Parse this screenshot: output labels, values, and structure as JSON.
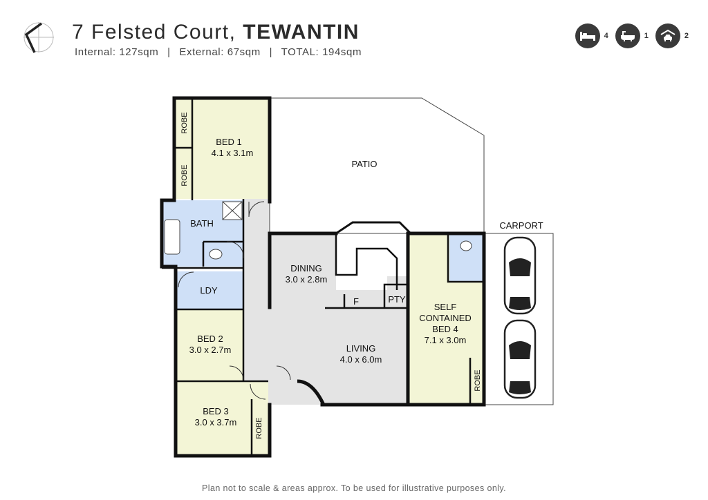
{
  "header": {
    "title_street": "7 Felsted Court,",
    "title_suburb": "TEWANTIN",
    "internal": "Internal: 127sqm",
    "external": "External: 67sqm",
    "total": "TOTAL: 194sqm",
    "sep": "|"
  },
  "features": {
    "beds": "4",
    "baths": "1",
    "cars": "2"
  },
  "rooms": {
    "bed1_name": "BED 1",
    "bed1_size": "4.1 x 3.1m",
    "robe": "ROBE",
    "bath": "BATH",
    "ldy": "LDY",
    "bed2_name": "BED 2",
    "bed2_size": "3.0 x 2.7m",
    "bed3_name": "BED 3",
    "bed3_size": "3.0 x 3.7m",
    "patio": "PATIO",
    "dining_name": "DINING",
    "dining_size": "3.0 x 2.8m",
    "fridge": "F",
    "pantry": "PTY",
    "living_name": "LIVING",
    "living_size": "4.0 x 6.0m",
    "bed4_line1": "SELF",
    "bed4_line2": "CONTAINED",
    "bed4_line3": "BED 4",
    "bed4_size": "7.1 x 3.0m",
    "carport": "CARPORT"
  },
  "footer": {
    "disclaimer": "Plan not to scale & areas approx. To be used for illustrative purposes only."
  },
  "colors": {
    "bedroom": "#f3f5d6",
    "wet": "#cfe0f7",
    "hall": "#e4e4e4",
    "wall": "#111111"
  }
}
